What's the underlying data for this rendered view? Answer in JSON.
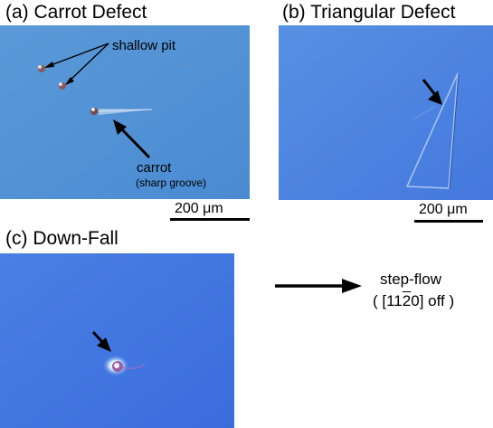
{
  "panels": {
    "a": {
      "title": "(a) Carrot Defect",
      "label_pit": "shallow pit",
      "label_carrot": "carrot",
      "label_carrot_sub": "(sharp groove)",
      "scale_text": "200 μm"
    },
    "b": {
      "title": "(b) Triangular Defect",
      "scale_text": "200 μm"
    },
    "c": {
      "title": "(c) Down-Fall"
    }
  },
  "legend": {
    "line1": "step-flow",
    "line2_pre": "( [11",
    "line2_over": "2",
    "line2_post": "0] off )"
  },
  "colors": {
    "panel_a_bg": "#4f92d6",
    "panel_b_bg": "#4a7ee0",
    "panel_c_bg": "#3f73e0"
  }
}
